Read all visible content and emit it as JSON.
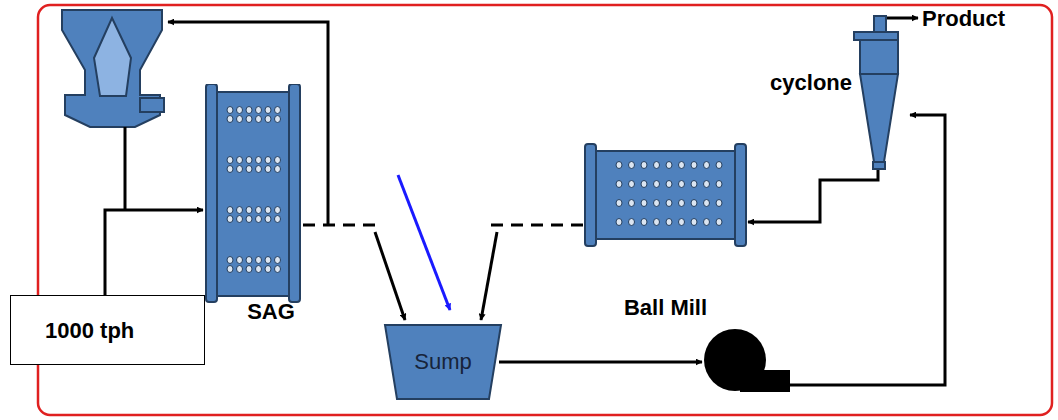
{
  "diagram": {
    "nodes": [
      {
        "text": [
          "1000 tph"
        ]
      },
      {
        "text": [
          "SAG"
        ]
      },
      {
        "text": [
          "Sump"
        ]
      },
      {
        "text": [
          "Ball Mill"
        ]
      },
      {
        "text": [
          "cyclone"
        ]
      }
    ],
    "edges": [
      {
        "from": 0,
        "to": 1,
        "arrow": "to"
      },
      {
        "from": 1,
        "to": 2,
        "arrow": "to"
      },
      {
        "from": 3,
        "to": 2,
        "arrow": "to"
      },
      {
        "from": 2,
        "to": 4,
        "arrow": "to"
      },
      {
        "from": 4,
        "to": 3,
        "arrow": "to"
      }
    ],
    "labels": [
      "Product"
    ]
  }
}
